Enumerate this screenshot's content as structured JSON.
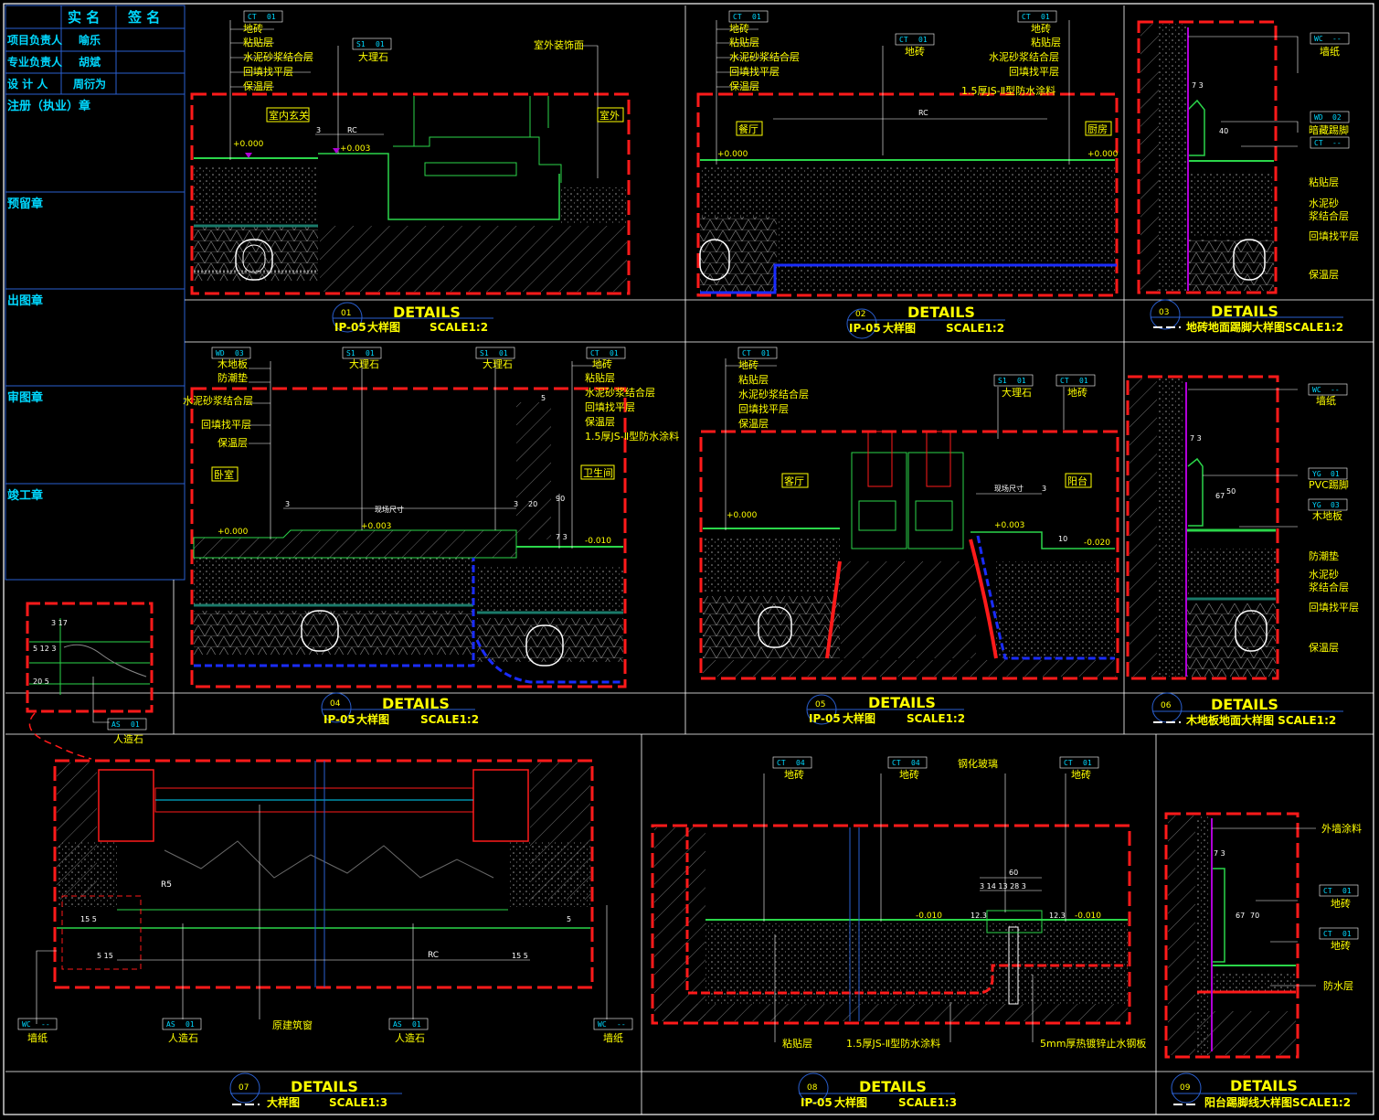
{
  "colors": {
    "background": "#000000",
    "border": "#ffffff",
    "grid": "#2a5fd0",
    "cyan": "#00d8ff",
    "yellow": "#ffff00",
    "red": "#ff1a1a",
    "blue": "#1a2cff",
    "green": "#2bd64a",
    "magenta": "#b000d8",
    "hatch": "#8a8a8a"
  },
  "title_block": {
    "col_name": "实 名",
    "col_sign": "签 名",
    "rows": [
      {
        "role": "项目负责人",
        "name": "喻乐"
      },
      {
        "role": "专业负责人",
        "name": "胡斌"
      },
      {
        "role": "设 计 人",
        "name": "周衍为"
      }
    ],
    "stamps": [
      "注册（执业）章",
      "预留章",
      "出图章",
      "审图章",
      "竣工章"
    ]
  },
  "panels": {
    "p01": {
      "num": "01",
      "sheet": "IP-05",
      "heading": "DETAILS",
      "caption": "大样图",
      "scale": "SCALE1:2",
      "tags": [
        {
          "code": "CT",
          "num": "01"
        },
        {
          "code": "S1",
          "num": "01"
        }
      ],
      "layers": [
        "地砖",
        "粘贴层",
        "水泥砂浆结合层",
        "回填找平层",
        "保温层"
      ],
      "stone": "大理石",
      "outer": "室外装饰面",
      "room_in": "室内玄关",
      "room_out": "室外",
      "dim": "RC",
      "lvl1": "+0.000",
      "lvl2": "+0.003",
      "d3": "3"
    },
    "p02": {
      "num": "02",
      "sheet": "IP-05",
      "heading": "DETAILS",
      "caption": "大样图",
      "scale": "SCALE1:2",
      "tags": [
        {
          "code": "CT",
          "num": "01"
        },
        {
          "code": "CT",
          "num": "01"
        },
        {
          "code": "CT",
          "num": "01"
        }
      ],
      "layers_left": [
        "地砖",
        "粘贴层",
        "水泥砂浆结合层",
        "回填找平层",
        "保温层"
      ],
      "tile": "地砖",
      "layers_right": [
        "地砖",
        "粘贴层",
        "水泥砂浆结合层",
        "回填找平层",
        "1.5厚JS-Ⅱ型防水涂料"
      ],
      "room_left": "餐厅",
      "room_right": "厨房",
      "dim": "RC",
      "lvl1": "+0.000",
      "lvl2": "+0.000"
    },
    "p03": {
      "num": "03",
      "heading": "DETAILS",
      "caption": "地砖地面踢脚大样图SCALE1:2",
      "tags": [
        {
          "code": "WC",
          "num": "--"
        },
        {
          "code": "WD",
          "num": "02"
        },
        {
          "code": "CT",
          "num": "--"
        }
      ],
      "labels": [
        "墙纸",
        "暗藏踢脚",
        "粘贴层",
        "水泥砂",
        "浆结合层",
        "回填找平层",
        "保温层"
      ],
      "d1": "7 3",
      "d2": "40"
    },
    "p04": {
      "num": "04",
      "sheet": "IP-05",
      "heading": "DETAILS",
      "caption": "大样图",
      "scale": "SCALE1:2",
      "tags": [
        {
          "code": "WD",
          "num": "03"
        },
        {
          "code": "S1",
          "num": "01"
        },
        {
          "code": "S1",
          "num": "01"
        },
        {
          "code": "CT",
          "num": "01"
        }
      ],
      "left": [
        "木地板",
        "防潮垫",
        "水泥砂浆结合层",
        "回填找平层",
        "保温层"
      ],
      "stone1": "大理石",
      "stone2": "大理石",
      "right": [
        "地砖",
        "粘贴层",
        "水泥砂浆结合层",
        "回填找平层",
        "保温层",
        "1.5厚JS-Ⅱ型防水涂料"
      ],
      "room_left": "卧室",
      "room_right": "卫生间",
      "dim": "现场尺寸",
      "lvl1": "+0.000",
      "lvl2": "+0.003",
      "lvl3": "-0.010",
      "d5": "5",
      "d3a": "3",
      "d3b": "3",
      "d20": "20",
      "d90": "90",
      "d73": "7 3"
    },
    "p05": {
      "num": "05",
      "sheet": "IP-05",
      "heading": "DETAILS",
      "caption": "大样图",
      "scale": "SCALE1:2",
      "tags": [
        {
          "code": "CT",
          "num": "01"
        },
        {
          "code": "S1",
          "num": "01"
        },
        {
          "code": "CT",
          "num": "01"
        }
      ],
      "layers": [
        "地砖",
        "粘贴层",
        "水泥砂浆结合层",
        "回填找平层",
        "保温层"
      ],
      "stone": "大理石",
      "tile": "地砖",
      "room_left": "客厅",
      "room_right": "阳台",
      "dim": "现场尺寸",
      "lvl1": "+0.000",
      "lvl2": "+0.003",
      "lvl3": "-0.020",
      "d3": "3",
      "d10": "10"
    },
    "p06": {
      "num": "06",
      "heading": "DETAILS",
      "caption": "木地板地面大样图 SCALE1:2",
      "tags": [
        {
          "code": "WC",
          "num": "--"
        },
        {
          "code": "YG",
          "num": "01"
        },
        {
          "code": "YG",
          "num": "03"
        }
      ],
      "labels": [
        "墙纸",
        "PVC踢脚",
        "木地板",
        "防潮垫",
        "水泥砂",
        "浆结合层",
        "回填找平层",
        "保温层"
      ],
      "d1": "7 3",
      "d2": "67",
      "d3": "50"
    },
    "p07": {
      "num": "07",
      "heading": "DETAILS",
      "caption": "大样图",
      "scale": "SCALE1:3",
      "tags": [
        {
          "code": "WC",
          "num": "--"
        },
        {
          "code": "AS",
          "num": "01"
        },
        {
          "code": "AS",
          "num": "01"
        },
        {
          "code": "WC",
          "num": "--"
        }
      ],
      "labels": [
        "墙纸",
        "人造石",
        "原建筑窗",
        "人造石",
        "墙纸"
      ],
      "dim": "RC",
      "r": "R5",
      "d15a": "15 5",
      "d15b": "5 15",
      "d15c": "15 5",
      "d5": "5"
    },
    "p08": {
      "num": "08",
      "sheet": "IP-05",
      "heading": "DETAILS",
      "caption": "大样图",
      "scale": "SCALE1:3",
      "tags": [
        {
          "code": "CT",
          "num": "04"
        },
        {
          "code": "CT",
          "num": "04"
        },
        {
          "code": "CT",
          "num": "01"
        }
      ],
      "top": [
        "地砖",
        "地砖",
        "钢化玻璃",
        "地砖"
      ],
      "bottom": [
        "粘贴层",
        "1.5厚JS-Ⅱ型防水涂料",
        "5mm厚热镀锌止水钢板"
      ],
      "lvl1": "-0.010",
      "lvl2": "-0.010",
      "d60": "60",
      "d14": "3 14 13 28 3",
      "d12a": "12.3",
      "d12b": "12.3"
    },
    "p09": {
      "num": "09",
      "heading": "DETAILS",
      "caption": "阳台踢脚线大样图SCALE1:2",
      "tags": [
        {
          "code": "CT",
          "num": "01"
        },
        {
          "code": "CT",
          "num": "01"
        }
      ],
      "labels": [
        "外墙涂料",
        "地砖",
        "地砖",
        "防水层"
      ],
      "d1": "7 3",
      "d2": "67",
      "d3": "70"
    },
    "inset": {
      "tag": {
        "code": "AS",
        "num": "01"
      },
      "label": "人造石",
      "d1": "3 17",
      "d2": "5 12 3",
      "d3": "20 5"
    }
  }
}
